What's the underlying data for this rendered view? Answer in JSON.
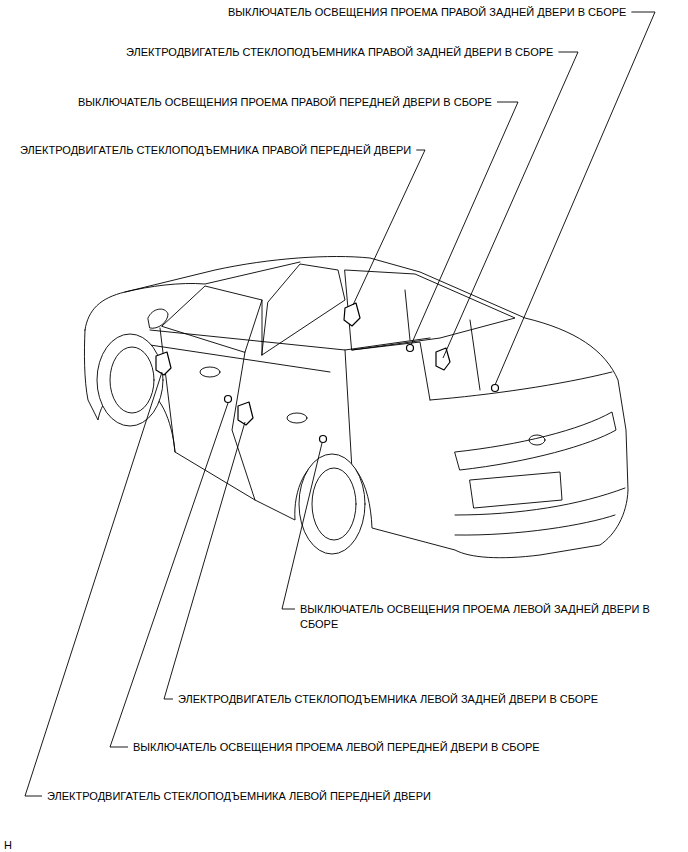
{
  "diagram": {
    "labels": [
      "ВЫКЛЮЧАТЕЛЬ ОСВЕЩЕНИЯ ПРОЕМА ПРАВОЙ ЗАДНЕЙ ДВЕРИ В СБОРЕ",
      "ЭЛЕКТРОДВИГАТЕЛЬ СТЕКЛОПОДЪЕМНИКА ПРАВОЙ ЗАДНЕЙ ДВЕРИ В СБОРЕ",
      "ВЫКЛЮЧАТЕЛЬ ОСВЕЩЕНИЯ ПРОЕМА ПРАВОЙ ПЕРЕДНЕЙ ДВЕРИ В СБОРЕ",
      "ЭЛЕКТРОДВИГАТЕЛЬ СТЕКЛОПОДЪЕМНИКА ПРАВОЙ ПЕРЕДНЕЙ ДВЕРИ",
      "ВЫКЛЮЧАТЕЛЬ ОСВЕЩЕНИЯ ПРОЕМА ЛЕВОЙ ЗАДНЕЙ ДВЕРИ В СБОРЕ",
      "ЭЛЕКТРОДВИГАТЕЛЬ СТЕКЛОПОДЪЕМНИКА ЛЕВОЙ ЗАДНЕЙ ДВЕРИ В СБОРЕ",
      "ВЫКЛЮЧАТЕЛЬ ОСВЕЩЕНИЯ ПРОЕМА ЛЕВОЙ ПЕРЕДНЕЙ ДВЕРИ В СБОРЕ",
      "ЭЛЕКТРОДВИГАТЕЛЬ СТЕКЛОПОДЪЕМНИКА ЛЕВОЙ ПЕРЕДНЕЙ ДВЕРИ",
      "H"
    ]
  }
}
